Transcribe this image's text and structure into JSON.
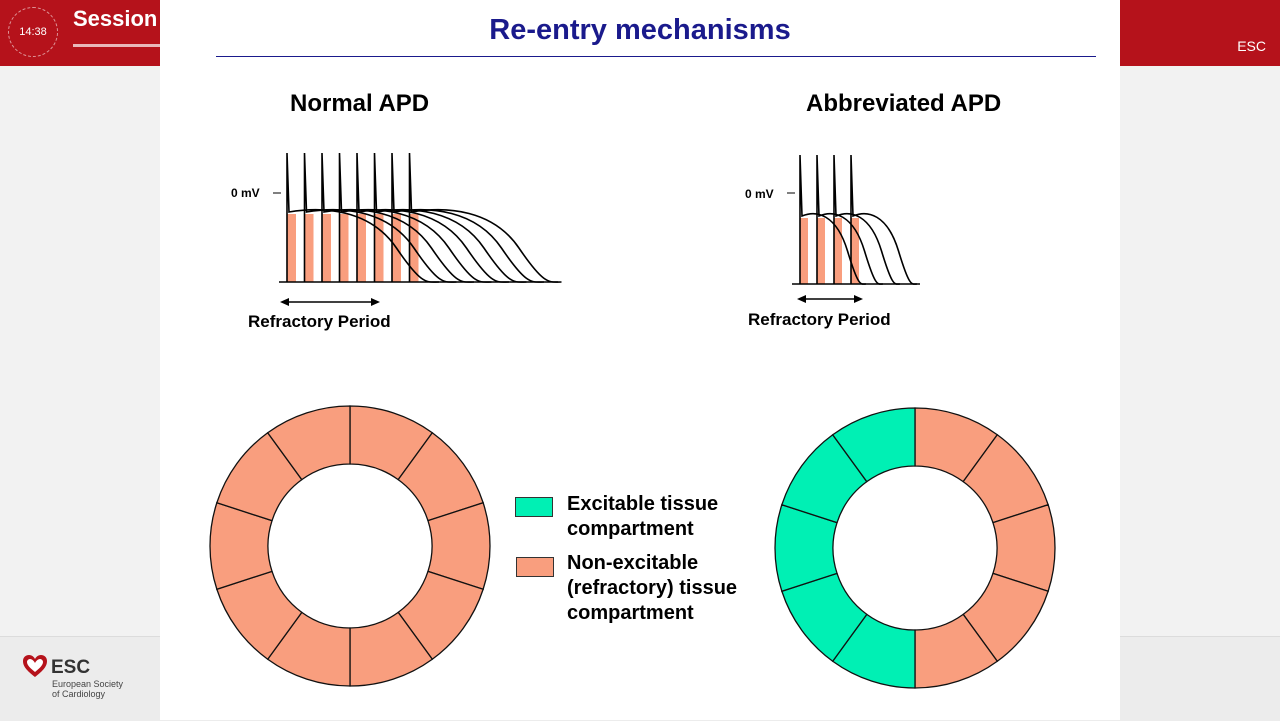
{
  "header": {
    "clock": "14:38",
    "session": "Session",
    "brand": "ESC"
  },
  "footer": {
    "logo_name": "ESC",
    "logo_sub_line1": "European Society",
    "logo_sub_line2": "of Cardiology"
  },
  "slide": {
    "title": "Re-entry mechanisms",
    "left_panel": {
      "title": "Normal APD",
      "zero_label": "0 mV",
      "refractory_label": "Refractory Period"
    },
    "right_panel": {
      "title": "Abbreviated APD",
      "zero_label": "0 mV",
      "refractory_label": "Refractory Period"
    },
    "legend": {
      "excitable_line1": "Excitable tissue",
      "excitable_line2": "compartment",
      "nonexcitable_line1": "Non-excitable",
      "nonexcitable_line2": "(refractory) tissue",
      "nonexcitable_line3": "compartment"
    }
  },
  "colors": {
    "excitable": "#00f0b4",
    "refractory": "#f99e7e",
    "title_blue": "#1a1a8c",
    "header_red": "#b5121b"
  },
  "rings": {
    "normal_apd_segments": [
      "refractory",
      "refractory",
      "refractory",
      "refractory",
      "refractory",
      "refractory",
      "refractory",
      "refractory",
      "refractory",
      "refractory"
    ],
    "abbreviated_apd_segments": [
      "refractory",
      "refractory",
      "refractory",
      "refractory",
      "refractory",
      "excitable",
      "excitable",
      "excitable",
      "excitable",
      "excitable"
    ]
  }
}
